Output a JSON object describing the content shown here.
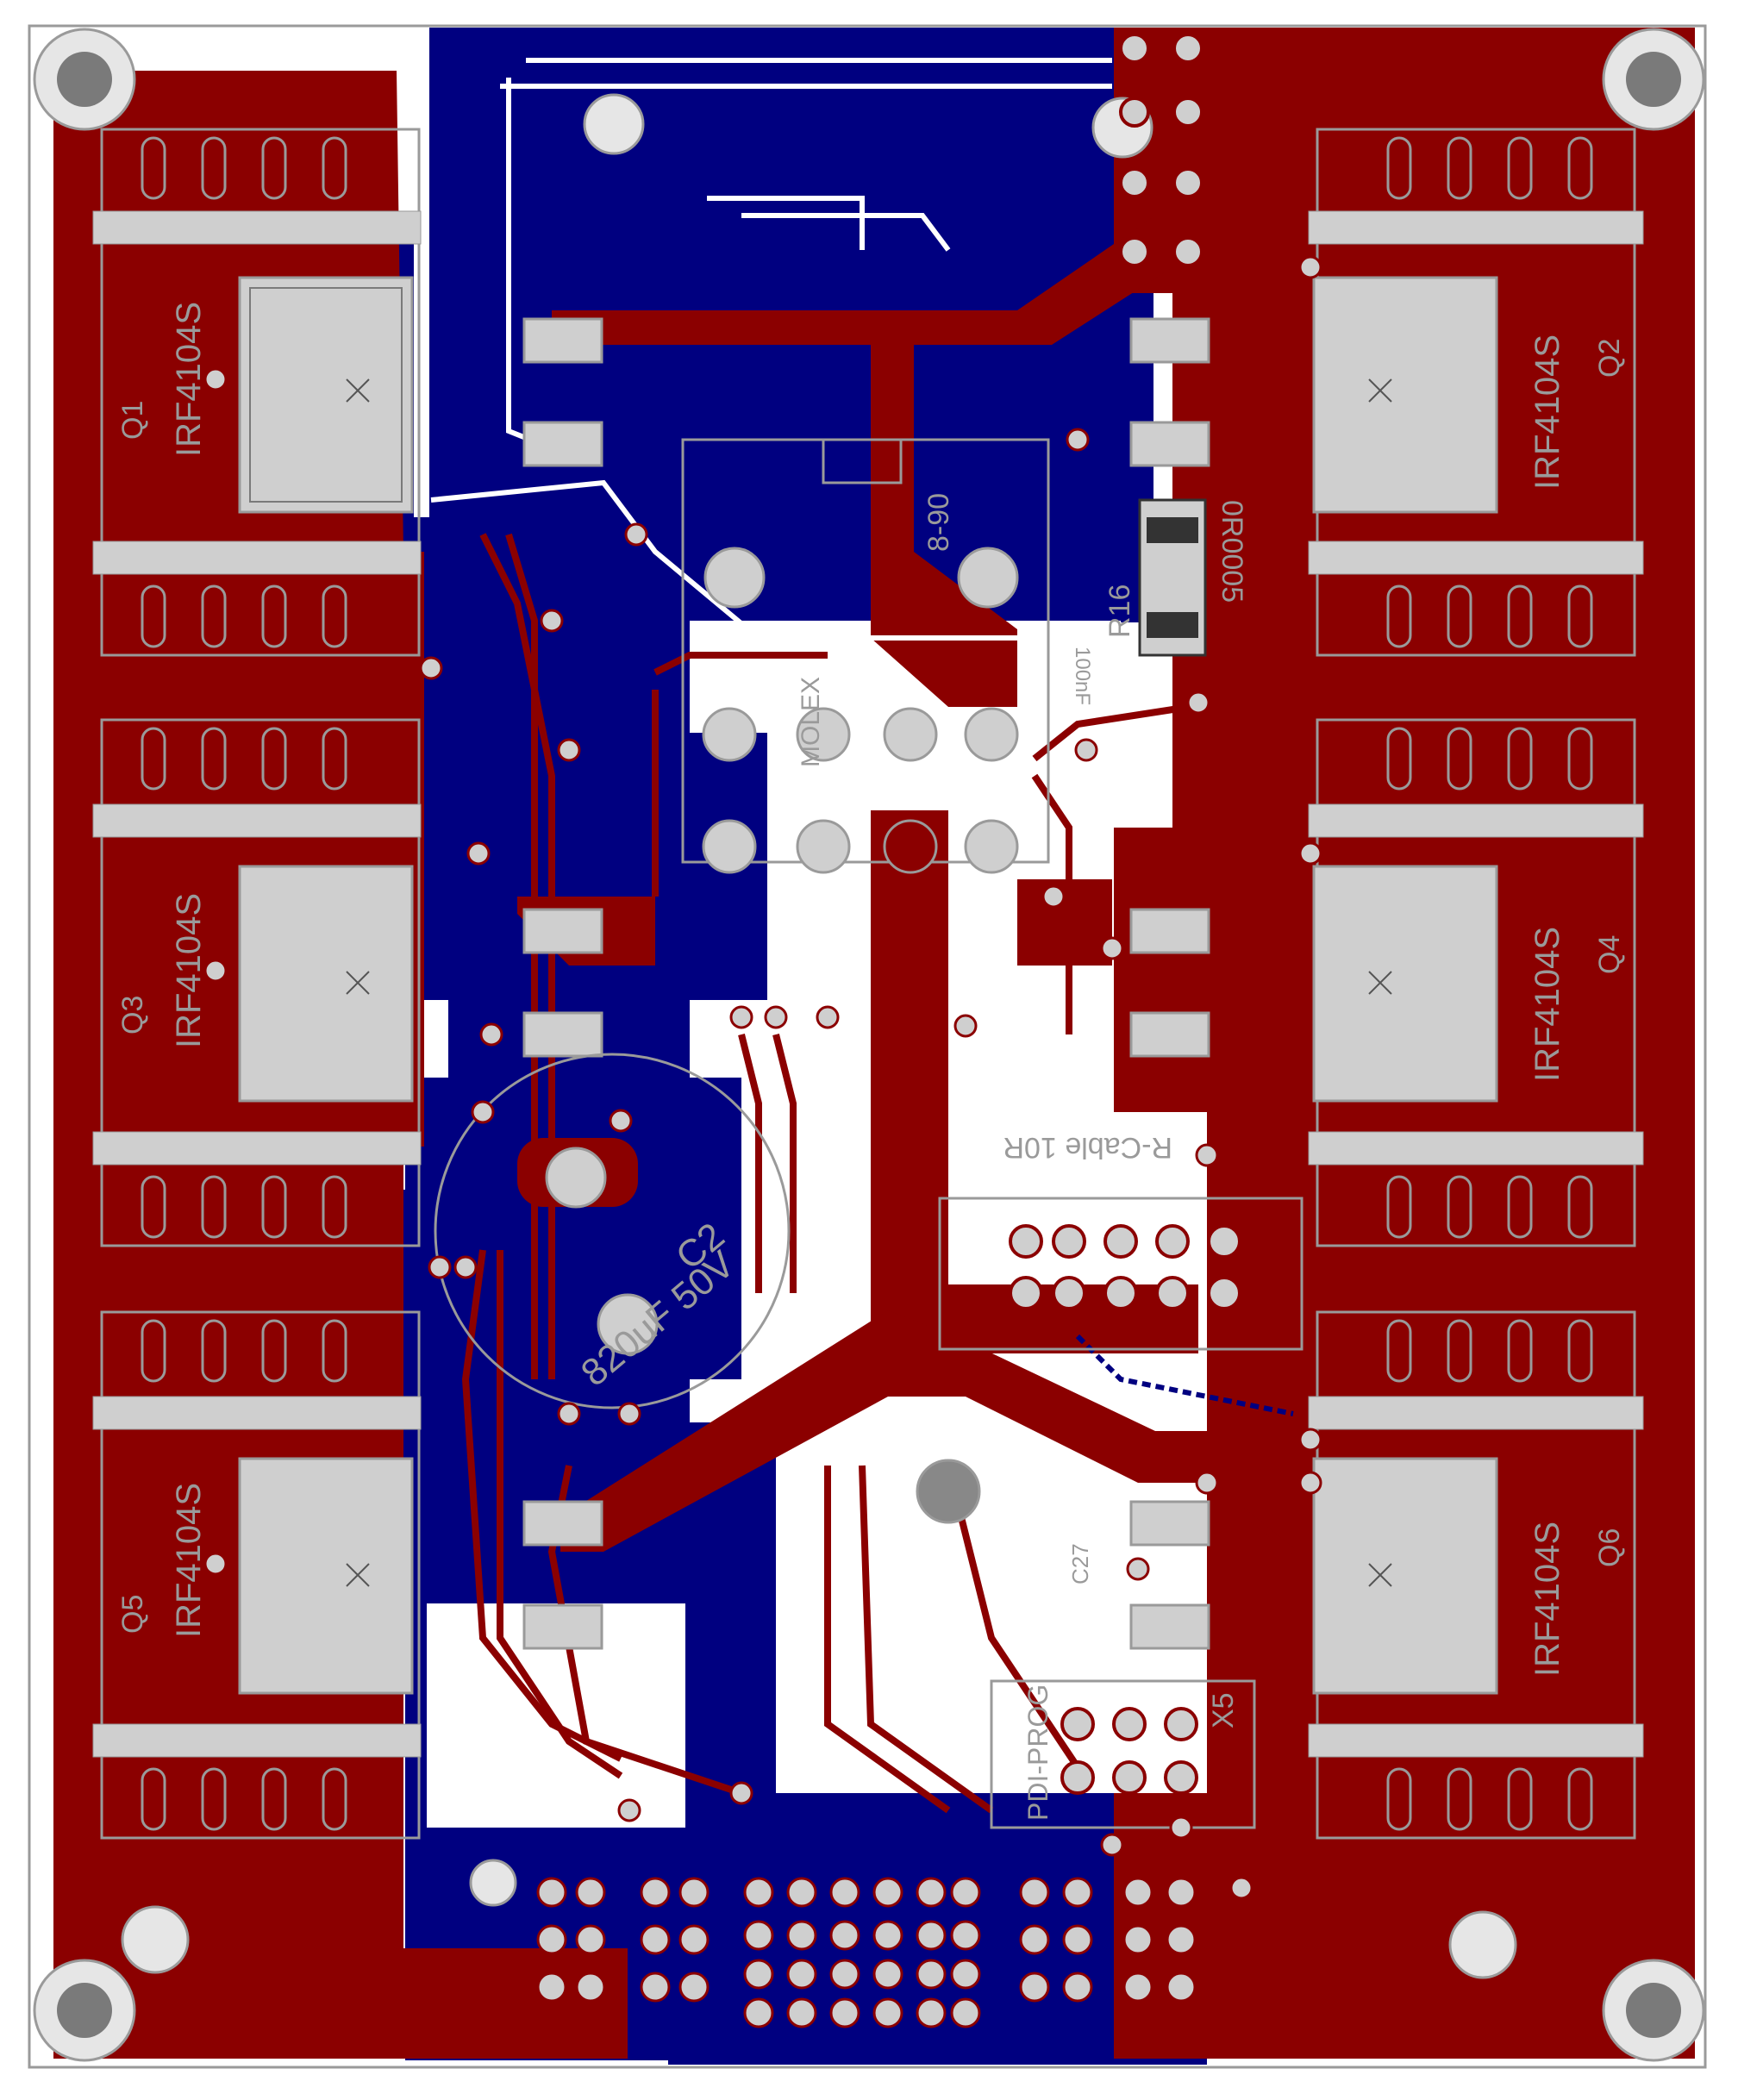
{
  "colors": {
    "top_copper": "#8b0000",
    "bottom_copper": "#000080",
    "pad": "#cfcfcf",
    "silkscreen": "#9a9a9a",
    "board": "#ffffff",
    "hole": "#7a7a7a"
  },
  "mosfets": [
    {
      "designator": "Q1",
      "part": "IRF4104S"
    },
    {
      "designator": "Q2",
      "part": "IRF4104S"
    },
    {
      "designator": "Q3",
      "part": "IRF4104S"
    },
    {
      "designator": "Q4",
      "part": "IRF4104S"
    },
    {
      "designator": "Q5",
      "part": "IRF4104S"
    },
    {
      "designator": "Q6",
      "part": "IRF4104S"
    }
  ],
  "capacitor": {
    "designator": "C2",
    "value": "820uF 50V"
  },
  "shunt": {
    "designator": "R16",
    "value": "0R0005"
  },
  "connectors": {
    "molex_label": "MOLEX",
    "molex_code": "8-90",
    "x5": "X5",
    "pdi_label": "PDI-PROG",
    "cable_label": "R-Cable 10R"
  },
  "misc_labels": {
    "cap_100nf": "100nF",
    "cap_c27": "C27"
  }
}
